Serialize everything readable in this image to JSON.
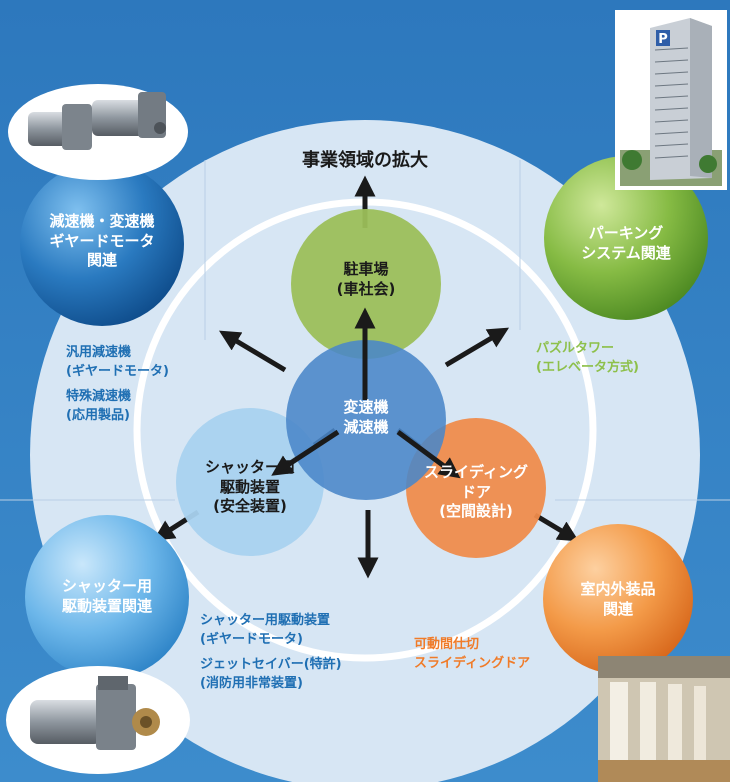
{
  "title": "事業領域の拡大",
  "center": {
    "lines": [
      "変速機",
      "減速機"
    ],
    "color": "#4a86c8"
  },
  "inner_circles": {
    "parking": {
      "lines": [
        "駐車場",
        "(車社会)"
      ],
      "color": "#9cbf5a"
    },
    "shutter": {
      "lines": [
        "シャッター用",
        "駆動装置",
        "(安全装置)"
      ],
      "color": "#a9d2ef"
    },
    "sliding": {
      "lines": [
        "スライディング",
        "ドア",
        "(空間設計)"
      ],
      "color": "#ef8c4c"
    }
  },
  "outer_spheres": {
    "reducer": {
      "lines": [
        "減速機・変速機",
        "ギヤードモータ",
        "関連"
      ],
      "color": "#1f6fb3"
    },
    "parking_system": {
      "lines": [
        "パーキング",
        "システム関連"
      ],
      "color": "#7fb83e"
    },
    "shutter_drive": {
      "lines": [
        "シャッター用",
        "駆動装置関連"
      ],
      "color": "#5aaee6"
    },
    "interior": {
      "lines": [
        "室内外装品",
        "関連"
      ],
      "color": "#f08a3c"
    }
  },
  "side_texts": {
    "reducer_products": [
      [
        "汎用減速機",
        "(ギヤードモータ)"
      ],
      [
        "特殊減速機",
        "(応用製品)"
      ]
    ],
    "parking_products": [
      [
        "パズルタワー",
        "(エレベータ方式)"
      ]
    ],
    "shutter_products": [
      [
        "シャッター用駆動装置",
        "(ギヤードモータ)"
      ],
      [
        "ジェットセイバー(特許)",
        "(消防用非常装置)"
      ]
    ],
    "sliding_products": [
      [
        "可動間仕切",
        "スライディングドア"
      ]
    ]
  },
  "colors": {
    "background": "#2f7cc0",
    "big_circle": "#d7e6f4",
    "ring": "#ffffff",
    "blue_text": "#1f6fb3",
    "green_text": "#8dc04a",
    "orange_text": "#f07b28",
    "arrow": "#1a1a1a"
  },
  "icons": [
    "gear-motor-icon",
    "parking-tower-icon",
    "shutter-motor-icon",
    "partition-hall-icon"
  ]
}
